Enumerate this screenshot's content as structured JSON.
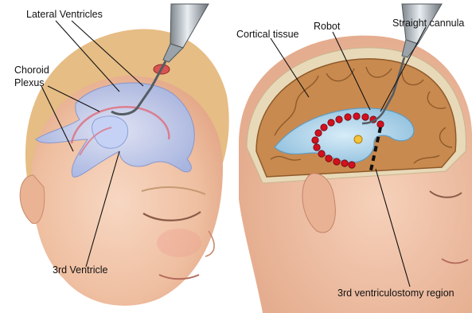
{
  "left_panel": {
    "labels": {
      "lateral_ventricles": "Lateral Ventricles",
      "choroid": "Choroid",
      "plexus": "Plexus",
      "third_ventricle": "3rd Ventricle"
    }
  },
  "right_panel": {
    "labels": {
      "cortical_tissue": "Cortical tissue",
      "robot": "Robot",
      "straight_cannula": "Straight cannula",
      "ventriculostomy_region": "3rd ventriculostomy region"
    },
    "robot_color": "#d40f1e",
    "ventricle_color": "#a9cfe6"
  },
  "colors": {
    "skin": "#f1c4a6",
    "hair": "#e2b67c",
    "ventricle_left": "#b9c8ef"
  }
}
